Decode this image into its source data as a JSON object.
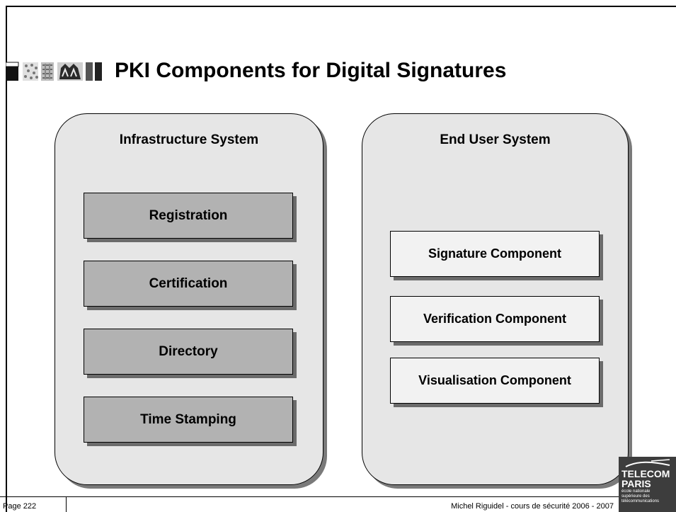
{
  "slide": {
    "title": "PKI Components for Digital Signatures"
  },
  "panels": {
    "infrastructure": {
      "title": "Infrastructure System",
      "items": [
        "Registration",
        "Certification",
        "Directory",
        "Time Stamping"
      ]
    },
    "end_user": {
      "title": "End User System",
      "items": [
        "Signature Component",
        "Verification Component",
        "Visualisation Component"
      ]
    }
  },
  "footer": {
    "page": "Page 222",
    "credit": "Michel Riguidel - cours de sécurité 2006 - 2007"
  },
  "logo": {
    "line1": "TELECOM",
    "line2": "PARIS",
    "line3": "école nationale",
    "line4": "supérieure des",
    "line5": "télécommunications"
  },
  "colors": {
    "infra_box": "#b2b2b2",
    "user_box": "#f2f2f2",
    "panel": "#e6e6e6",
    "shadow": "#7a7a7a"
  }
}
